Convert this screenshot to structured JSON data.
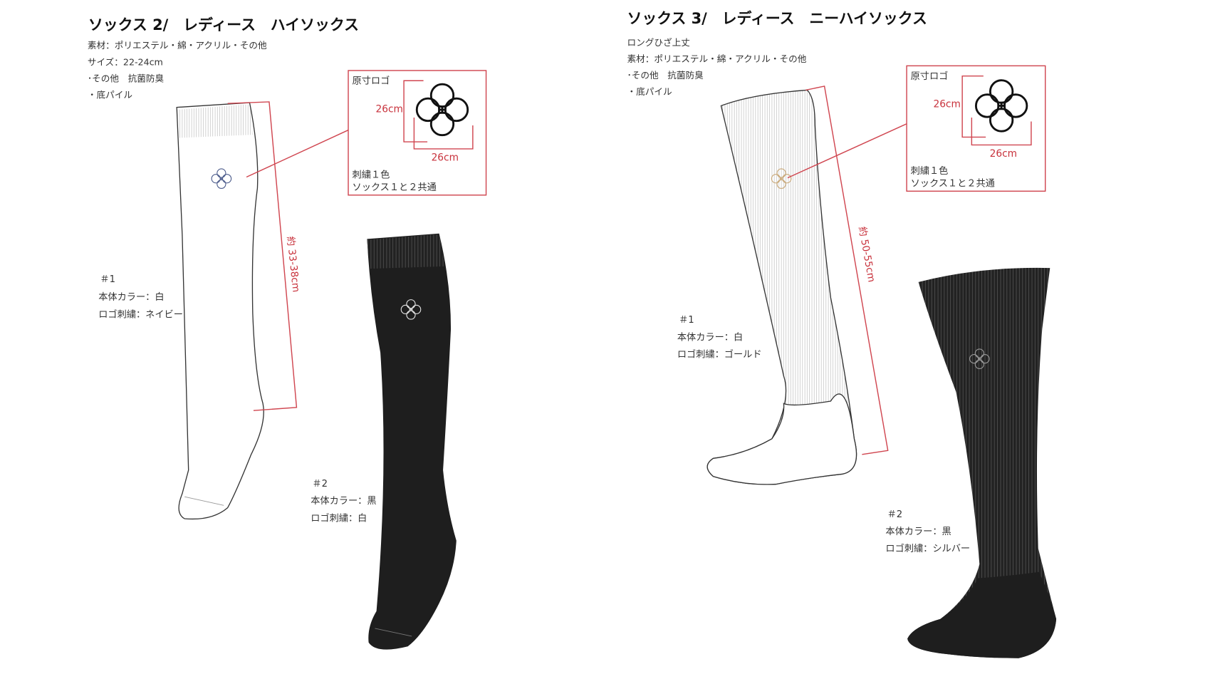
{
  "left": {
    "title": "ソックス 2/　レディース　ハイソックス",
    "specs": [
      "素材：ポリエステル・綿・アクリル・その他",
      "サイズ：22-24cm",
      "･その他　抗菌防臭",
      "・底パイル"
    ],
    "logo_box": {
      "title": "原寸ロゴ",
      "height": "26cm",
      "width": "26cm",
      "note1": "刺繍１色",
      "note2": "ソックス１と２共通"
    },
    "measure": "約 33-38cm",
    "variants": [
      {
        "no": "＃1",
        "body": "本体カラー：白",
        "logo": "ロゴ刺繍：ネイビー",
        "body_color": "#ffffff",
        "logo_color": "#4a5a8a"
      },
      {
        "no": "＃2",
        "body": "本体カラー：黒",
        "logo": "ロゴ刺繍：白",
        "body_color": "#1e1e1e",
        "logo_color": "#e8e8e8"
      }
    ]
  },
  "right": {
    "title": "ソックス 3/　レディース　ニーハイソックス",
    "specs": [
      "ロングひざ上丈",
      "素材：ポリエステル・綿・アクリル・その他",
      "･その他　抗菌防臭",
      "・底パイル"
    ],
    "logo_box": {
      "title": "原寸ロゴ",
      "height": "26cm",
      "width": "26cm",
      "note1": "刺繍１色",
      "note2": "ソックス１と２共通"
    },
    "measure": "約 50-55cm",
    "variants": [
      {
        "no": "＃1",
        "body": "本体カラー：白",
        "logo": "ロゴ刺繍：ゴールド",
        "body_color": "#ffffff",
        "logo_color": "#c9a878"
      },
      {
        "no": "＃2",
        "body": "本体カラー：黒",
        "logo": "ロゴ刺繍：シルバー",
        "body_color": "#1e1e1e",
        "logo_color": "#9a9a9a"
      }
    ]
  },
  "colors": {
    "measure_red": "#d04650"
  }
}
